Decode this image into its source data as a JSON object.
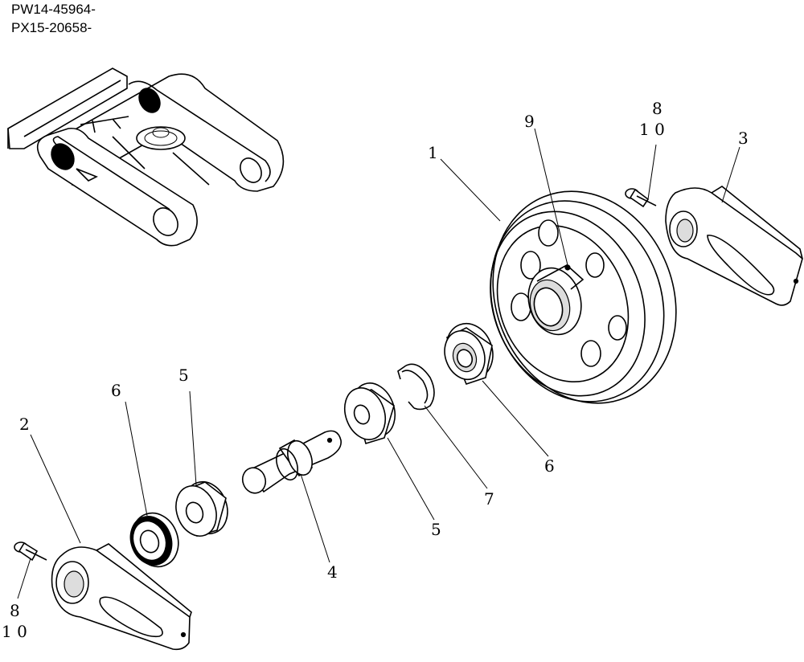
{
  "serial_numbers": [
    "PW14-45964-",
    "PX15-20658-"
  ],
  "callouts": {
    "wheel": "1",
    "hub_mark": "9",
    "bracket_right": "3",
    "bolt_right_a": "8",
    "bolt_right_b": "1 0",
    "bracket_left": "2",
    "bolt_left_a": "8",
    "bolt_left_b": "1 0",
    "seal_left": "6",
    "collar_left": "5",
    "shaft": "4",
    "collar_right": "5",
    "snap_ring": "7",
    "seal_right": "6"
  }
}
